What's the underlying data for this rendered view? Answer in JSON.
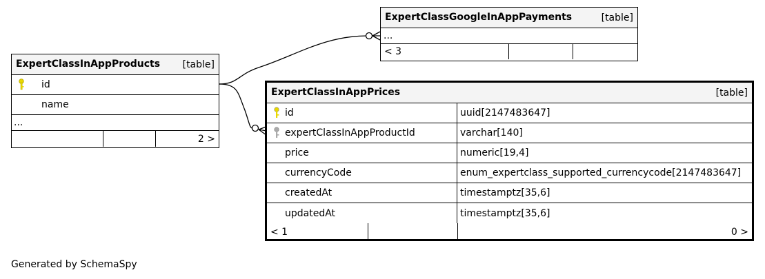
{
  "tables": {
    "payments": {
      "name": "ExpertClassGoogleInAppPayments",
      "kind": "[table]",
      "more": "...",
      "nav_left": "< 3"
    },
    "products": {
      "name": "ExpertClassInAppProducts",
      "kind": "[table]",
      "columns": [
        "id",
        "name"
      ],
      "more": "...",
      "nav_right": "2 >"
    },
    "prices": {
      "name": "ExpertClassInAppPrices",
      "kind": "[table]",
      "columns": [
        {
          "name": "id",
          "type": "uuid[2147483647]",
          "key": "primary"
        },
        {
          "name": "expertClassInAppProductId",
          "type": "varchar[140]",
          "key": "foreign"
        },
        {
          "name": "price",
          "type": "numeric[19,4]",
          "key": ""
        },
        {
          "name": "currencyCode",
          "type": "enum_expertclass_supported_currencycode[2147483647]",
          "key": ""
        },
        {
          "name": "createdAt",
          "type": "timestamptz[35,6]",
          "key": ""
        },
        {
          "name": "updatedAt",
          "type": "timestamptz[35,6]",
          "key": ""
        }
      ],
      "nav_left": "< 1",
      "nav_right": "0 >"
    }
  },
  "key_colors": {
    "primary": "#e8d800",
    "foreign": "#aaaaaa"
  },
  "footer": "Generated by SchemaSpy"
}
